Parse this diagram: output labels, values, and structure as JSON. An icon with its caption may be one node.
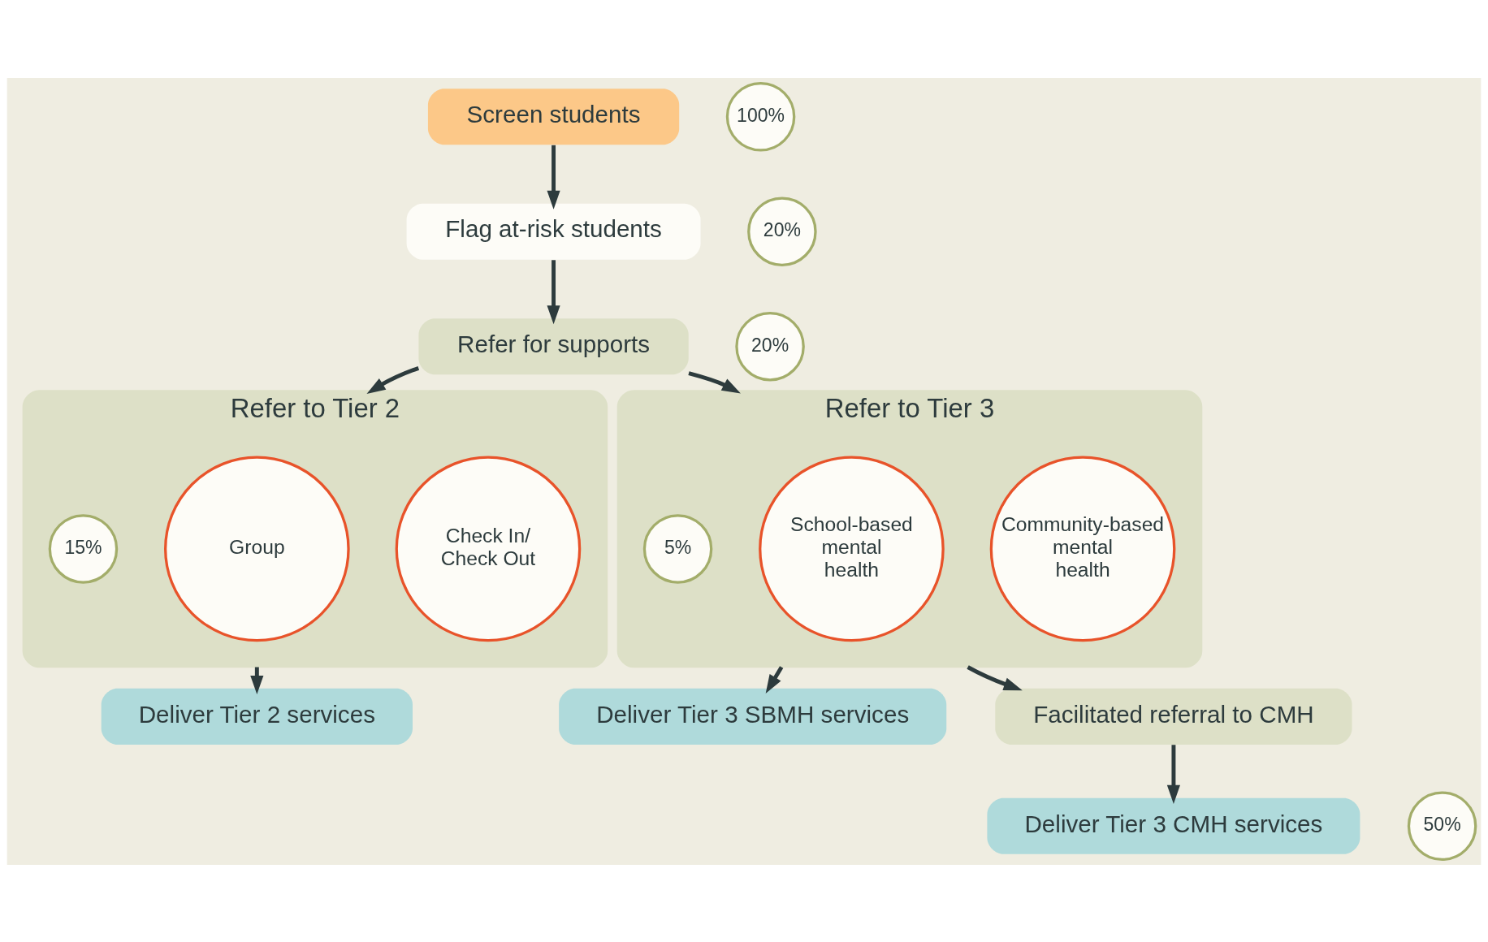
{
  "diagram": {
    "nodes": [
      {
        "text": [
          "Screen students"
        ],
        "beside": [
          "100%"
        ]
      },
      {
        "text": [
          "Flag at-risk students"
        ],
        "beside": [
          "20%"
        ]
      },
      {
        "text": [
          "Refer for supports"
        ],
        "beside": [
          "20%"
        ]
      },
      {
        "text": [
          "Refer to Tier 2"
        ],
        "beside": [
          "15%"
        ]
      },
      {
        "text": [
          "Group"
        ],
        "in": 3
      },
      {
        "text": [
          "Check In/ Check Out"
        ],
        "in": 3
      },
      {
        "text": [
          "Refer to Tier 3"
        ],
        "beside": [
          "5%"
        ]
      },
      {
        "text": [
          "School-based mental health"
        ],
        "in": 6
      },
      {
        "text": [
          "Community-based mental health"
        ],
        "in": 6
      },
      {
        "text": [
          "Deliver Tier 2 services"
        ]
      },
      {
        "text": [
          "Deliver Tier 3 SBMH services"
        ]
      },
      {
        "text": [
          "Facilitated referral to CMH"
        ]
      },
      {
        "text": [
          "Deliver Tier 3 CMH services"
        ],
        "beside": [
          "50%"
        ]
      }
    ],
    "edges": [
      {
        "from": 0,
        "to": 1,
        "arrow": "to"
      },
      {
        "from": 1,
        "to": 2,
        "arrow": "to"
      },
      {
        "from": 2,
        "to": 3,
        "arrow": "to"
      },
      {
        "from": 2,
        "to": 6,
        "arrow": "to"
      },
      {
        "from": 3,
        "to": 9,
        "arrow": "to"
      },
      {
        "from": 6,
        "to": 10,
        "arrow": "to"
      },
      {
        "from": 6,
        "to": 11,
        "arrow": "to"
      },
      {
        "from": 11,
        "to": 12,
        "arrow": "to"
      }
    ]
  }
}
